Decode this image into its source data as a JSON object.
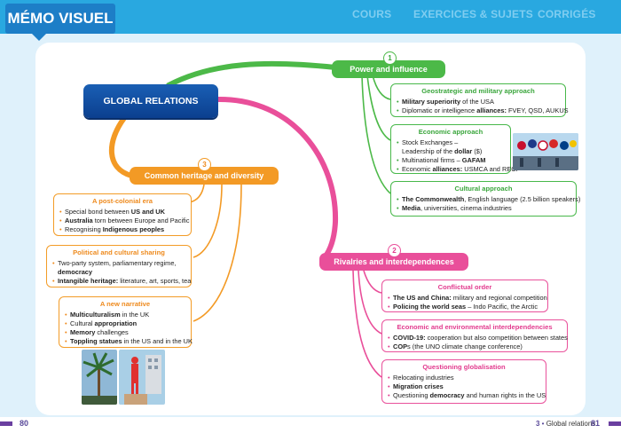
{
  "header": {
    "memo": "MÉMO VISUEL",
    "nav": [
      "COURS",
      "EXERCICES & SUJETS",
      "CORRIGÉS"
    ]
  },
  "root": {
    "label": "GLOBAL RELATIONS"
  },
  "branch1": {
    "number": "1",
    "label": "Power and influence",
    "color": "#4cb948",
    "boxes": [
      {
        "title": "Geostrategic and military approach",
        "items": [
          [
            {
              "t": "Military superiority",
              "b": true
            },
            {
              "t": " of the USA"
            }
          ],
          [
            {
              "t": "Diplomatic or intelligence "
            },
            {
              "t": "alliances:",
              "b": true
            },
            {
              "t": " FVEY, QSD, AUKUS"
            }
          ]
        ]
      },
      {
        "title": "Economic approach",
        "items": [
          [
            {
              "t": "Stock Exchanges –"
            }
          ],
          [
            {
              "t": "   Leadership of the "
            },
            {
              "t": "dollar",
              "b": true
            },
            {
              "t": " ($)"
            }
          ],
          [
            {
              "t": "Multinational firms – "
            },
            {
              "t": "GAFAM",
              "b": true
            }
          ],
          [
            {
              "t": "Economic "
            },
            {
              "t": "alliances:",
              "b": true
            },
            {
              "t": " USMCA and RECP"
            }
          ]
        ]
      },
      {
        "title": "Cultural approach",
        "items": [
          [
            {
              "t": "The Commonwealth",
              "b": true
            },
            {
              "t": ", English language (2.5 billion speakers)"
            }
          ],
          [
            {
              "t": "Media",
              "b": true
            },
            {
              "t": ", universities, cinema industries"
            }
          ]
        ]
      }
    ]
  },
  "branch2": {
    "number": "2",
    "label": "Rivalries and interdependences",
    "color": "#e94f9a",
    "boxes": [
      {
        "title": "Conflictual order",
        "items": [
          [
            {
              "t": "The US and China:",
              "b": true
            },
            {
              "t": " military and regional competition"
            }
          ],
          [
            {
              "t": "Policing the world seas",
              "b": true
            },
            {
              "t": " – Indo Pacific, the Arctic"
            }
          ]
        ]
      },
      {
        "title": "Economic and environmental interdependencies",
        "items": [
          [
            {
              "t": "COVID-19:",
              "b": true
            },
            {
              "t": " cooperation but also competition between states"
            }
          ],
          [
            {
              "t": "COP",
              "b": true
            },
            {
              "t": "s (the UNO climate change conference)"
            }
          ]
        ]
      },
      {
        "title": "Questioning globalisation",
        "items": [
          [
            {
              "t": "Relocating industries"
            }
          ],
          [
            {
              "t": "Migration crises",
              "b": true
            }
          ],
          [
            {
              "t": "Questioning "
            },
            {
              "t": "democracy",
              "b": true
            },
            {
              "t": " and human rights in the US"
            }
          ]
        ]
      }
    ]
  },
  "branch3": {
    "number": "3",
    "label": "Common heritage and diversity",
    "color": "#f39a25",
    "boxes": [
      {
        "title": "A post-colonial era",
        "items": [
          [
            {
              "t": "Special bond between "
            },
            {
              "t": "US and UK",
              "b": true
            }
          ],
          [
            {
              "t": "Australia",
              "b": true
            },
            {
              "t": " torn between Europe and Pacific"
            }
          ],
          [
            {
              "t": "Recognising "
            },
            {
              "t": "Indigenous peoples",
              "b": true
            }
          ]
        ]
      },
      {
        "title": "Political and cultural sharing",
        "items": [
          [
            {
              "t": "Two-party system, parliamentary regime,"
            }
          ],
          [
            {
              "t": "   "
            },
            {
              "t": "democracy",
              "b": true
            }
          ],
          [
            {
              "t": "Intangible heritage:",
              "b": true
            },
            {
              "t": " literature, art, sports, tea"
            }
          ]
        ]
      },
      {
        "title": "A new narrative",
        "items": [
          [
            {
              "t": "Multiculturalism",
              "b": true
            },
            {
              "t": " in the UK"
            }
          ],
          [
            {
              "t": "Cultural "
            },
            {
              "t": "appropriation",
              "b": true
            }
          ],
          [
            {
              "t": "Memory",
              "b": true
            },
            {
              "t": " challenges"
            }
          ],
          [
            {
              "t": "Toppling statues",
              "b": true
            },
            {
              "t": " in the US and in the UK"
            }
          ]
        ]
      }
    ]
  },
  "footer": {
    "page_left": "80",
    "chapter_num": "3",
    "chapter_sep": " • ",
    "chapter_title": "Global relations",
    "page_right": "81"
  },
  "colors": {
    "accent": "#29a8e0",
    "root": "#0b3f8f",
    "footer": "#6a3fa0"
  }
}
